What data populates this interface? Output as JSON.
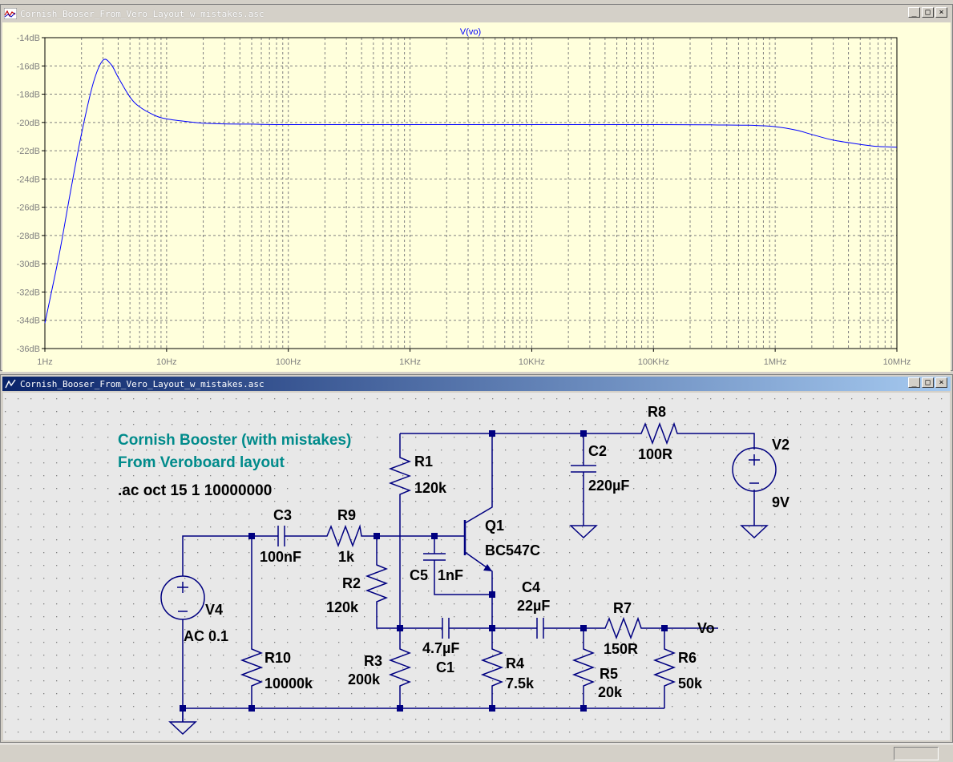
{
  "plot_window": {
    "title": "Cornish_Booser_From_Vero_Layout_w_mistakes.asc",
    "trace_label": "V(vo)",
    "buttons": {
      "minimize": "_",
      "restore": "□",
      "close": "×"
    }
  },
  "schematic_window": {
    "title": "Cornish_Booser_From_Vero_Layout_w_mistakes.asc",
    "buttons": {
      "minimize": "_",
      "restore": "□",
      "close": "×"
    }
  },
  "chart_data": {
    "type": "line",
    "title": "V(vo)",
    "x_scale": "log",
    "xlim": [
      1,
      10000000
    ],
    "ylim": [
      -36,
      -14
    ],
    "grid": true,
    "x_ticks": [
      "1Hz",
      "10Hz",
      "100Hz",
      "1KHz",
      "10KHz",
      "100KHz",
      "1MHz",
      "10MHz"
    ],
    "y_ticks": [
      "-14dB",
      "-16dB",
      "-18dB",
      "-20dB",
      "-22dB",
      "-24dB",
      "-26dB",
      "-28dB",
      "-30dB",
      "-32dB",
      "-34dB",
      "-36dB"
    ],
    "series": [
      {
        "name": "V(vo)",
        "color": "#0000ff",
        "x": [
          1,
          1.3,
          1.6,
          2,
          2.5,
          3,
          3.5,
          4,
          5,
          6,
          8,
          10,
          15,
          20,
          30,
          50,
          100,
          1000,
          10000,
          100000,
          300000,
          600000,
          1000000,
          1500000,
          2000000,
          3000000,
          5000000,
          7000000,
          10000000
        ],
        "y": [
          -34.2,
          -29.5,
          -25.2,
          -20.8,
          -17.2,
          -15.6,
          -15.9,
          -16.8,
          -18.2,
          -18.9,
          -19.5,
          -19.75,
          -19.95,
          -20.05,
          -20.1,
          -20.12,
          -20.15,
          -20.15,
          -20.15,
          -20.15,
          -20.17,
          -20.2,
          -20.3,
          -20.55,
          -20.85,
          -21.25,
          -21.55,
          -21.7,
          -21.75
        ]
      }
    ]
  },
  "schematic": {
    "comments": [
      "Cornish Booster (with mistakes)",
      "From Veroboard layout"
    ],
    "directive": ".ac oct 15 1 10000000",
    "net_label": "Vo",
    "components": [
      {
        "ref": "R1",
        "value": "120k"
      },
      {
        "ref": "R2",
        "value": "120k"
      },
      {
        "ref": "R3",
        "value": "200k"
      },
      {
        "ref": "R4",
        "value": "7.5k"
      },
      {
        "ref": "R5",
        "value": "20k"
      },
      {
        "ref": "R6",
        "value": "50k"
      },
      {
        "ref": "R7",
        "value": "150R"
      },
      {
        "ref": "R8",
        "value": "100R"
      },
      {
        "ref": "R9",
        "value": "1k"
      },
      {
        "ref": "R10",
        "value": "10000k"
      },
      {
        "ref": "C1",
        "value": "4.7µF"
      },
      {
        "ref": "C2",
        "value": "220µF"
      },
      {
        "ref": "C3",
        "value": "100nF"
      },
      {
        "ref": "C4",
        "value": "22µF"
      },
      {
        "ref": "C5",
        "value": "1nF"
      },
      {
        "ref": "Q1",
        "value": "BC547C"
      },
      {
        "ref": "V2",
        "value": "9V"
      },
      {
        "ref": "V4",
        "value": "AC 0.1"
      }
    ]
  }
}
